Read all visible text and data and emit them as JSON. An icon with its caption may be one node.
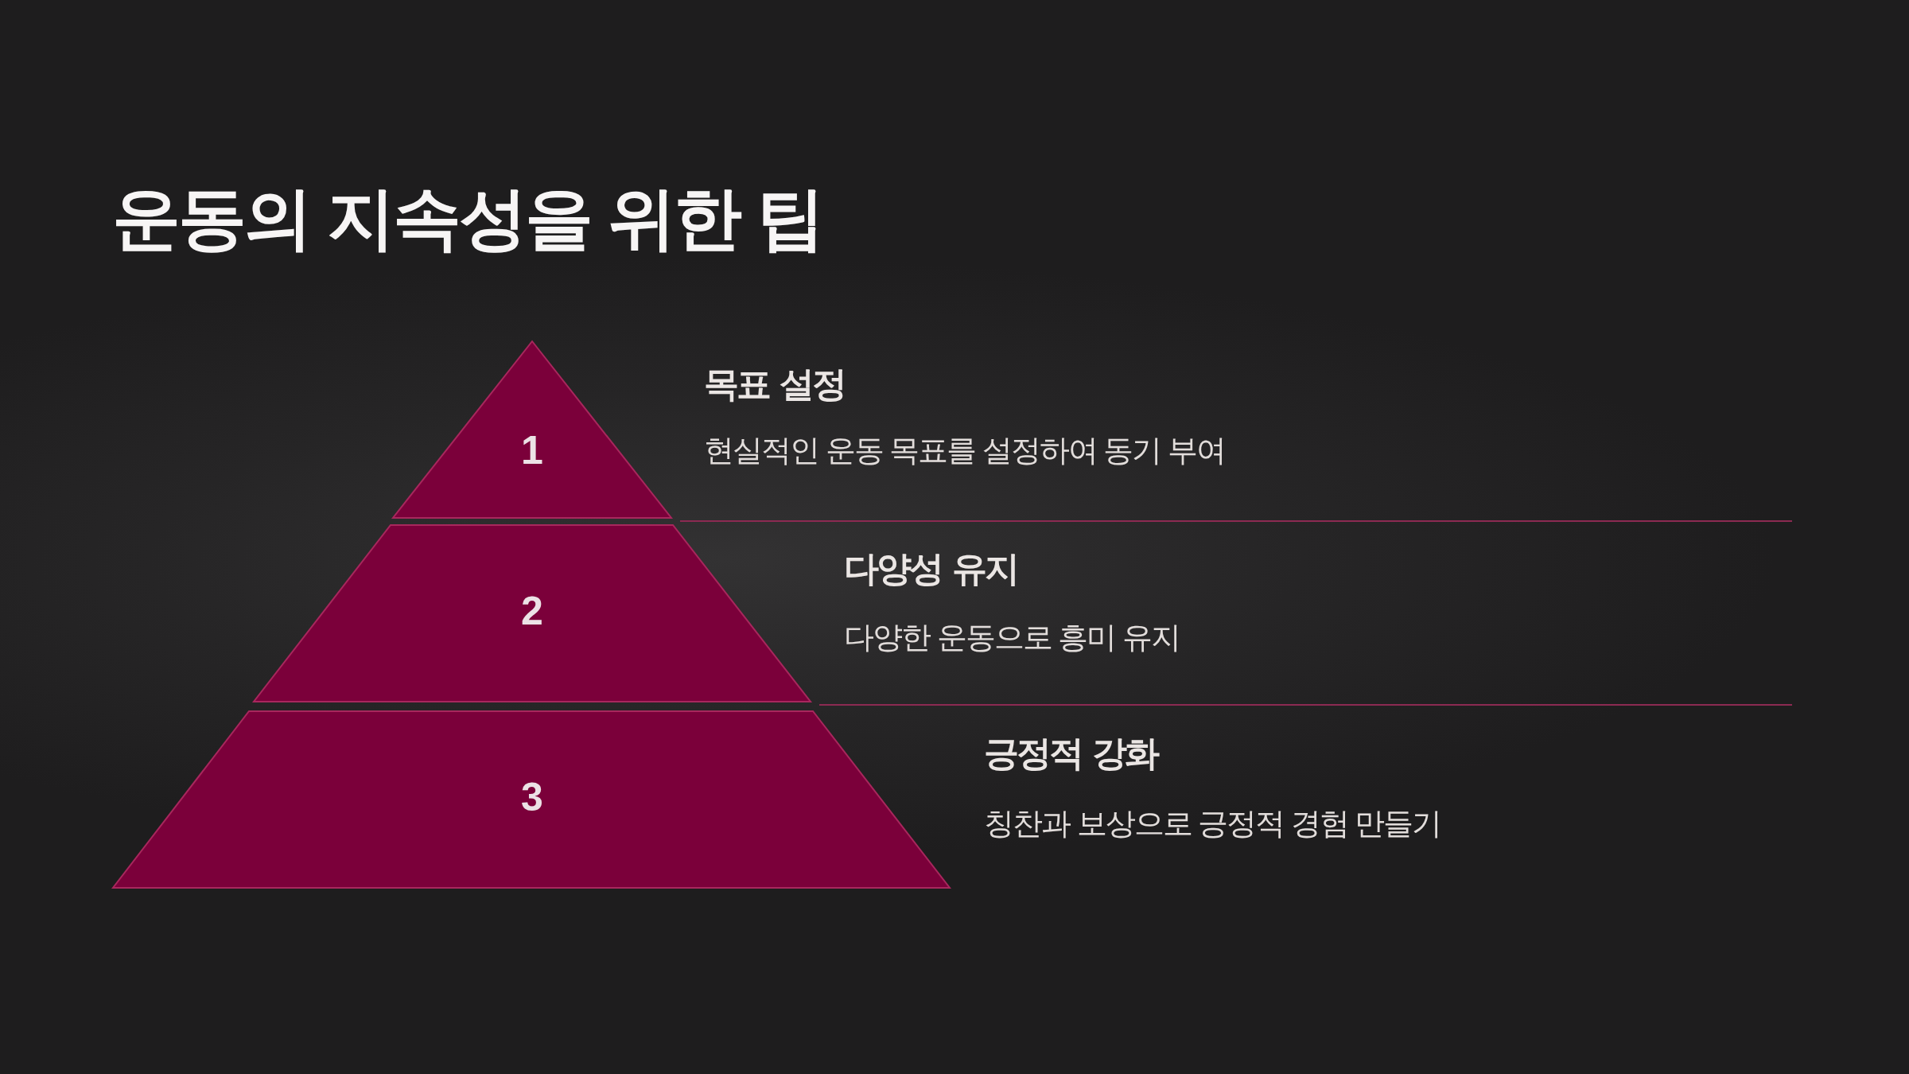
{
  "diagram": {
    "title": "운동의 지속성을 위한 팁",
    "nodes": [
      {
        "text": [
          "1"
        ],
        "beside": [
          "목표 설정",
          "현실적인 운동 목표를 설정하여 동기 부여"
        ]
      },
      {
        "text": [
          "2"
        ],
        "beside": [
          "다양성 유지",
          "다양한 운동으로 흥미 유지"
        ]
      },
      {
        "text": [
          "3"
        ],
        "beside": [
          "긍정적 강화",
          "칭찬과 보상으로 긍정적 경험 만들기"
        ]
      }
    ]
  }
}
